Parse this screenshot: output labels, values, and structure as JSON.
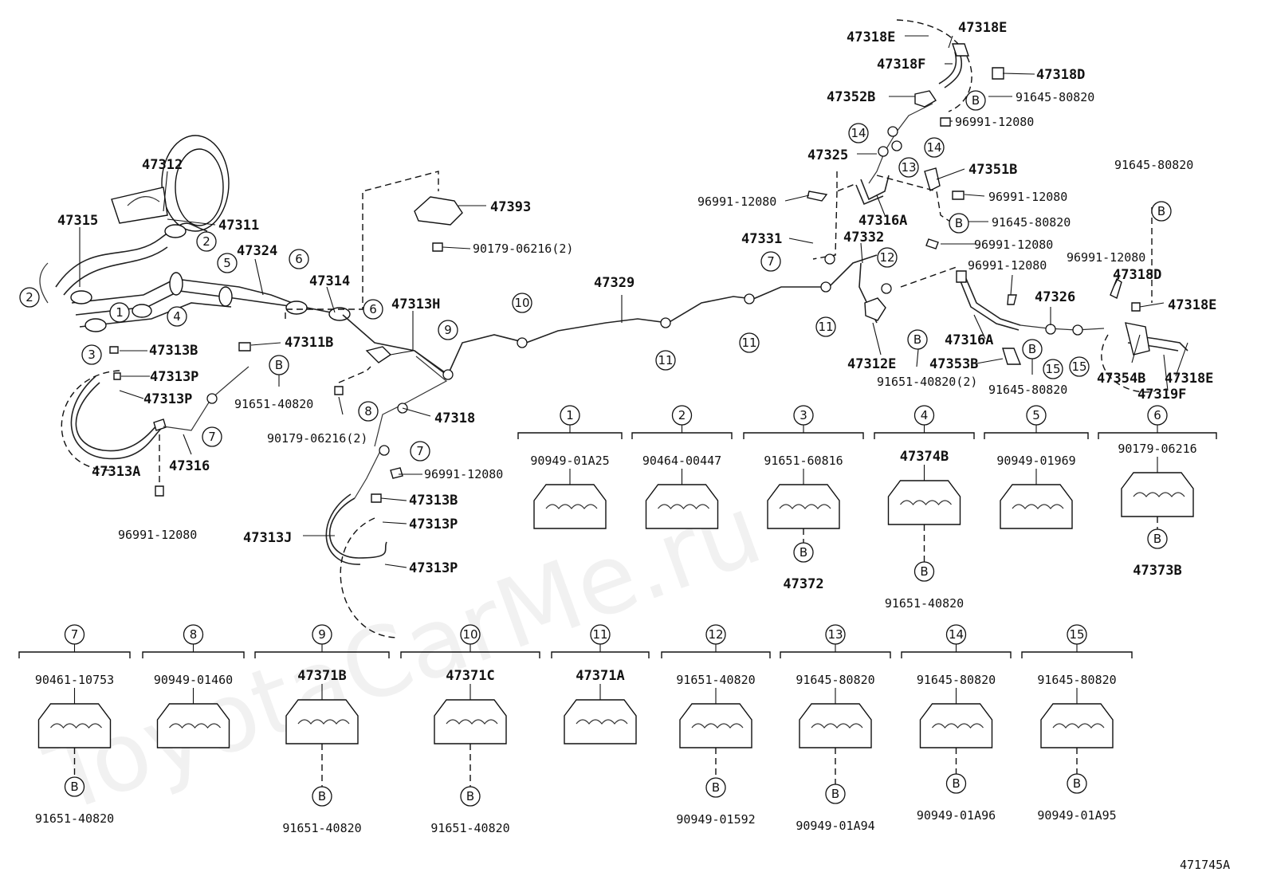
{
  "watermark": "ToyotaCarMe.ru",
  "diagram_id": "471745A",
  "callouts": [
    {
      "id": "c1",
      "text": "47312"
    },
    {
      "id": "c2",
      "text": "47311"
    },
    {
      "id": "c3",
      "text": "47315"
    },
    {
      "id": "c4",
      "text": "47324"
    },
    {
      "id": "c5",
      "text": "47314"
    },
    {
      "id": "c6",
      "text": "47393"
    },
    {
      "id": "c7",
      "text": "90179-06216(2)"
    },
    {
      "id": "c8",
      "text": "47313B"
    },
    {
      "id": "c9",
      "text": "47313P"
    },
    {
      "id": "c10",
      "text": "47313P"
    },
    {
      "id": "c11",
      "text": "47311B"
    },
    {
      "id": "c12",
      "text": "91651-40820"
    },
    {
      "id": "c13",
      "text": "47313H"
    },
    {
      "id": "c14",
      "text": "47313A"
    },
    {
      "id": "c15",
      "text": "47316"
    },
    {
      "id": "c16",
      "text": "96991-12080"
    },
    {
      "id": "c17",
      "text": "90179-06216(2)"
    },
    {
      "id": "c18",
      "text": "47318"
    },
    {
      "id": "c19",
      "text": "96991-12080"
    },
    {
      "id": "c20",
      "text": "47313B"
    },
    {
      "id": "c21",
      "text": "47313P"
    },
    {
      "id": "c22",
      "text": "47313J"
    },
    {
      "id": "c23",
      "text": "47313P"
    },
    {
      "id": "c24",
      "text": "47329"
    },
    {
      "id": "c25",
      "text": "47318E"
    },
    {
      "id": "c26",
      "text": "47318E"
    },
    {
      "id": "c27",
      "text": "47318F"
    },
    {
      "id": "c28",
      "text": "47318D"
    },
    {
      "id": "c29",
      "text": "47352B"
    },
    {
      "id": "c30",
      "text": "91645-80820"
    },
    {
      "id": "c31",
      "text": "96991-12080"
    },
    {
      "id": "c32",
      "text": "47325"
    },
    {
      "id": "c33",
      "text": "47351B"
    },
    {
      "id": "c34",
      "text": "96991-12080"
    },
    {
      "id": "c35",
      "text": "96991-12080"
    },
    {
      "id": "c36",
      "text": "47316A"
    },
    {
      "id": "c37",
      "text": "91645-80820"
    },
    {
      "id": "c38",
      "text": "47331"
    },
    {
      "id": "c39",
      "text": "47332"
    },
    {
      "id": "c40",
      "text": "96991-12080"
    },
    {
      "id": "c41",
      "text": "96991-12080"
    },
    {
      "id": "c42",
      "text": "91645-80820"
    },
    {
      "id": "c43",
      "text": "96991-12080"
    },
    {
      "id": "c44",
      "text": "47318D"
    },
    {
      "id": "c45",
      "text": "47318E"
    },
    {
      "id": "c46",
      "text": "47326"
    },
    {
      "id": "c47",
      "text": "47316A"
    },
    {
      "id": "c48",
      "text": "47353B"
    },
    {
      "id": "c49",
      "text": "47312E"
    },
    {
      "id": "c50",
      "text": "91651-40820(2)"
    },
    {
      "id": "c51",
      "text": "91645-80820"
    },
    {
      "id": "c52",
      "text": "47354B"
    },
    {
      "id": "c53",
      "text": "47318E"
    },
    {
      "id": "c54",
      "text": "47319F"
    }
  ],
  "groups": [
    {
      "n": "1",
      "part": "90949-01A25",
      "sub": []
    },
    {
      "n": "2",
      "part": "90464-00447",
      "sub": []
    },
    {
      "n": "3",
      "part": "91651-60816",
      "sub": [
        "47372"
      ]
    },
    {
      "n": "4",
      "part": "47374B",
      "sub": [
        "91651-40820"
      ]
    },
    {
      "n": "5",
      "part": "90949-01969",
      "sub": []
    },
    {
      "n": "6",
      "part": "90179-06216",
      "sub": [
        "47373B"
      ]
    },
    {
      "n": "7",
      "part": "90461-10753",
      "sub": [
        "91651-40820"
      ]
    },
    {
      "n": "8",
      "part": "90949-01460",
      "sub": []
    },
    {
      "n": "9",
      "part": "47371B",
      "sub": [
        "91651-40820"
      ]
    },
    {
      "n": "10",
      "part": "47371C",
      "sub": [
        "91651-40820"
      ]
    },
    {
      "n": "11",
      "part": "47371A",
      "sub": []
    },
    {
      "n": "12",
      "part": "91651-40820",
      "sub": [
        "90949-01592"
      ]
    },
    {
      "n": "13",
      "part": "91645-80820",
      "sub": [
        "90949-01A94"
      ]
    },
    {
      "n": "14",
      "part": "91645-80820",
      "sub": [
        "90949-01A96"
      ]
    },
    {
      "n": "15",
      "part": "91645-80820",
      "sub": [
        "90949-01A95"
      ]
    }
  ],
  "pipe_numbers": {
    "p1": "1",
    "p2a": "2",
    "p2b": "2",
    "p3": "3",
    "p4": "4",
    "p5": "5",
    "p6a": "6",
    "p6b": "6",
    "p7a": "7",
    "p7b": "7",
    "p7c": "7",
    "p8": "8",
    "p9": "9",
    "p10": "10",
    "p11a": "11",
    "p11b": "11",
    "p11c": "11",
    "p12": "12",
    "p13": "13",
    "p14a": "14",
    "p14b": "14",
    "p15a": "15",
    "p15b": "15"
  },
  "bolt_marker": "B"
}
